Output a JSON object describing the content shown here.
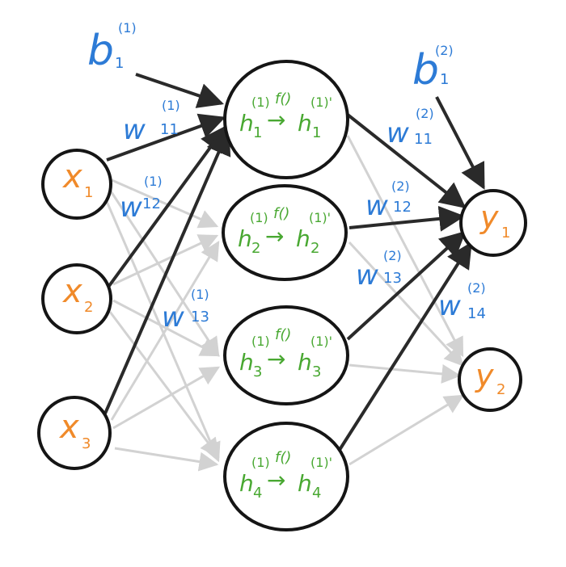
{
  "colors": {
    "stroke": "#151515",
    "input": "#f08a2a",
    "output": "#f08a2a",
    "hidden": "#49a832",
    "label": "#2d7bd6",
    "faint_edge": "#d2d2d2",
    "strong_edge": "#2a2a2a"
  },
  "inputs": [
    {
      "base": "x",
      "sub": "1"
    },
    {
      "base": "x",
      "sub": "2"
    },
    {
      "base": "x",
      "sub": "3"
    }
  ],
  "hidden": [
    {
      "h": "h",
      "sub": "1",
      "sup": "(1)",
      "sup_out": "(1)'",
      "fn": "f()"
    },
    {
      "h": "h",
      "sub": "2",
      "sup": "(1)",
      "sup_out": "(1)'",
      "fn": "f()"
    },
    {
      "h": "h",
      "sub": "3",
      "sup": "(1)",
      "sup_out": "(1)'",
      "fn": "f()"
    },
    {
      "h": "h",
      "sub": "4",
      "sup": "(1)",
      "sup_out": "(1)'",
      "fn": "f()"
    }
  ],
  "outputs": [
    {
      "base": "y",
      "sub": "1"
    },
    {
      "base": "y",
      "sub": "2"
    }
  ],
  "labels": {
    "b1": {
      "base": "b",
      "sub": "1",
      "sup": "(1)"
    },
    "b2": {
      "base": "b",
      "sub": "1",
      "sup": "(2)"
    },
    "w11_1": {
      "base": "w",
      "sub": "11",
      "sup": "(1)"
    },
    "w12_1": {
      "base": "w",
      "sub": "12",
      "sup": "(1)"
    },
    "w13_1": {
      "base": "w",
      "sub": "13",
      "sup": "(1)"
    },
    "w11_2": {
      "base": "w",
      "sub": "11",
      "sup": "(2)"
    },
    "w12_2": {
      "base": "w",
      "sub": "12",
      "sup": "(2)"
    },
    "w13_2": {
      "base": "w",
      "sub": "13",
      "sup": "(2)"
    },
    "w14_2": {
      "base": "w",
      "sub": "14",
      "sup": "(2)"
    }
  },
  "arrow_symbol": "→"
}
